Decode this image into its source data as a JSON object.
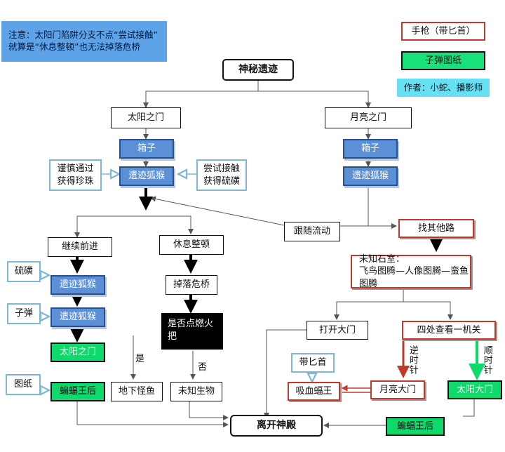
{
  "note": {
    "line1": "注意：太阳门陷阱分支不点“尝试接触”",
    "line2": "就算是“休息整顿”也无法掉落危桥"
  },
  "legend": {
    "red": "手枪（带匕首）",
    "green": "子弹图纸",
    "author": "作者：小蛇、播影师"
  },
  "colors": {
    "blue_fill": "#5b8fd6",
    "green_fill": "#10d96b",
    "red_border": "#c0392b",
    "teal_border": "#7fb7d4",
    "note_fill": "#5ea3e8"
  },
  "nodes": {
    "title": "神秘遗迹",
    "sun_gate": "太阳之门",
    "moon_gate": "月亮之门",
    "box_left": "箱子",
    "box_right": "箱子",
    "fox_left": "遗迹狐猴",
    "fox_right": "遗迹狐猴",
    "careful": "谨慎通过\n获得珍珠",
    "try_touch": "尝试接触\n获得硫磺",
    "follow": "跟随流动",
    "other_way": "找其他路",
    "continue": "继续前进",
    "rest": "休息整顿",
    "sulfur": "硫磺",
    "fox_c1": "遗迹狐猴",
    "bullet": "子弹",
    "fox_c2": "遗迹狐猴",
    "sun_gate_small": "太阳之门",
    "blueprint": "图纸",
    "bat_king_left": "蝙蝠王后",
    "fall_bridge": "掉落危桥",
    "fire_q": "是否点燃火\n把",
    "yes": "是",
    "no": "否",
    "underground_fish": "地下怪鱼",
    "unknown_creature": "未知生物",
    "stone_room": "未知石室：\n飞鸟图腾—人像图腾—蛮鱼图腾",
    "open_gate": "打开大门",
    "check_four": "四处查看一机关",
    "dagger": "带匕首",
    "vampire_bat": "吸血蝠王",
    "moon_gate_small": "月亮大门",
    "ccw": "逆时针",
    "cw": "顺时针",
    "sun_gate_right": "太阳大门",
    "bat_king_right": "蝙蝠王后",
    "leave": "离开神殿"
  }
}
